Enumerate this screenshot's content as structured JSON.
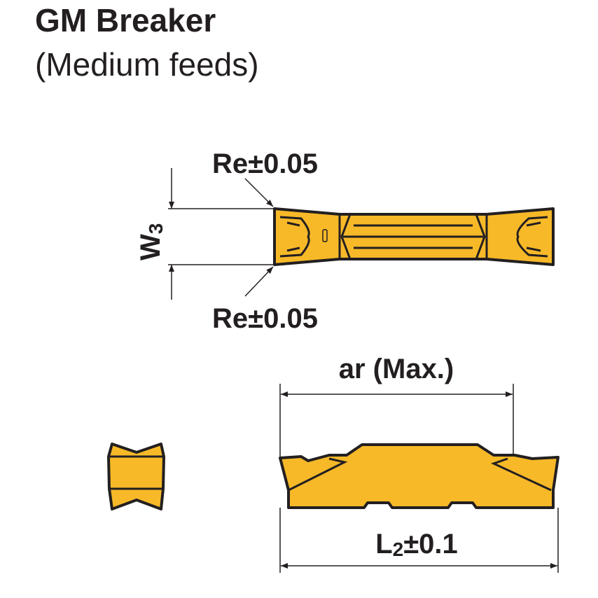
{
  "title": "GM Breaker",
  "subtitle": "(Medium feeds)",
  "labels": {
    "re_top": "Re±0.05",
    "re_bottom": "Re±0.05",
    "w3_main": "W",
    "w3_sub": "3",
    "ar": "ar (Max.)",
    "l2_main": "L",
    "l2_sub": "2",
    "l2_tol": "±0.1"
  },
  "colors": {
    "insert": "#F7B928",
    "outline": "#231f20"
  }
}
